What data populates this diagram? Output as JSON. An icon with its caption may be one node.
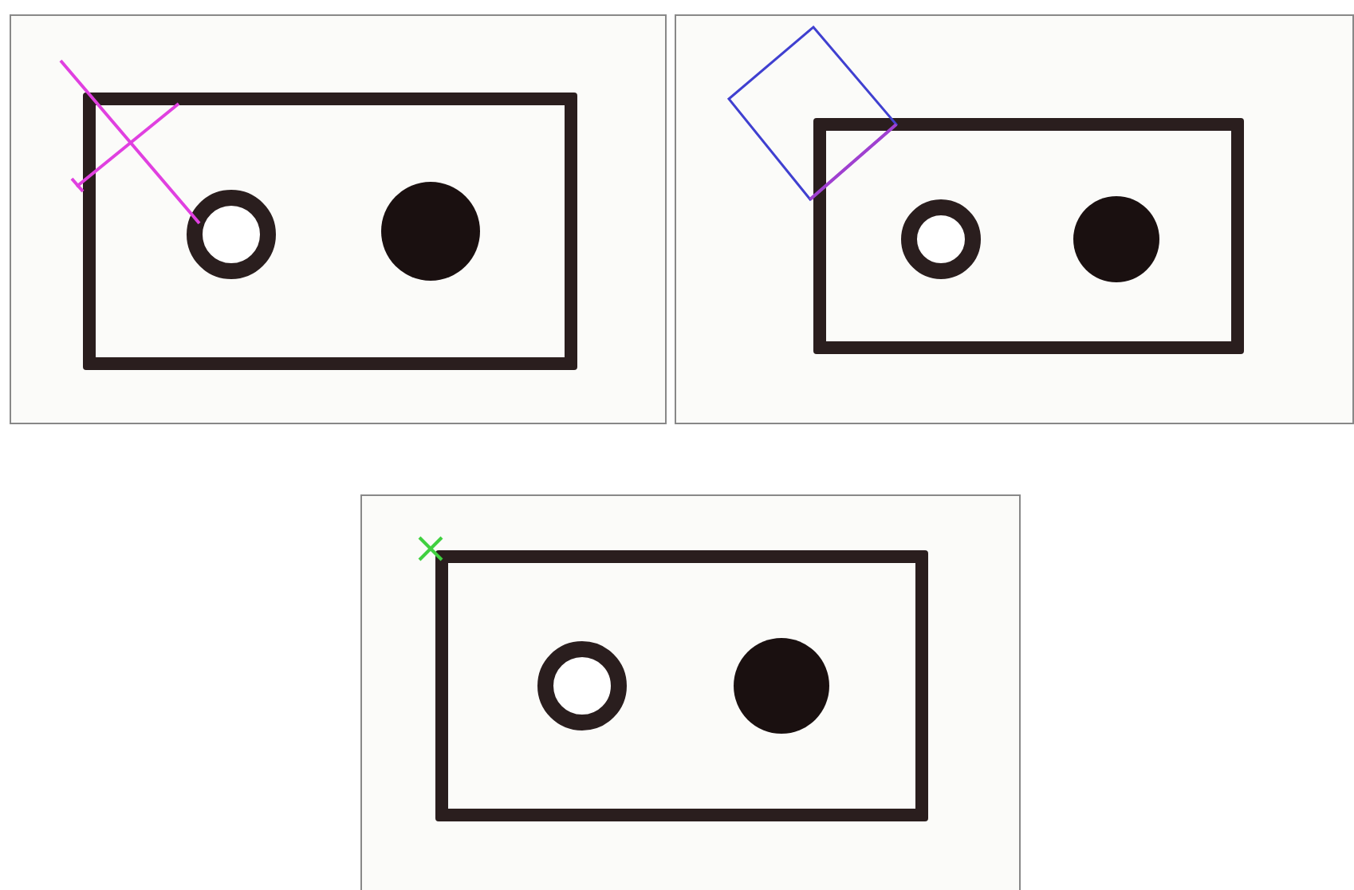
{
  "diagram": {
    "nodes": [
      {
        "text": [],
        "shape": "picture"
      },
      {
        "text": [],
        "shape": "box",
        "in": 0
      },
      {
        "text": [],
        "shape": "circle",
        "in": 1
      },
      {
        "text": [],
        "shape": "circle",
        "in": 1
      },
      {
        "text": [],
        "shape": "picture"
      },
      {
        "text": [],
        "shape": "box",
        "in": 4
      },
      {
        "text": [],
        "shape": "circle",
        "in": 5
      },
      {
        "text": [],
        "shape": "circle",
        "in": 5
      },
      {
        "text": [],
        "shape": "picture"
      },
      {
        "text": [],
        "shape": "box",
        "in": 8
      },
      {
        "text": [],
        "shape": "circle",
        "in": 9
      },
      {
        "text": [],
        "shape": "circle",
        "in": 9
      }
    ]
  }
}
